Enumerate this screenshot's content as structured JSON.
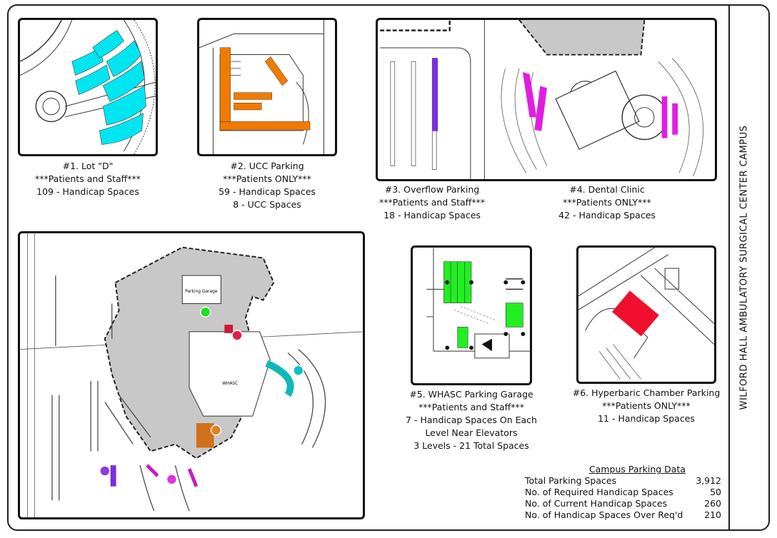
{
  "side_title": "WILFORD HALL AMBULATORY SURGICAL CENTER CAMPUS",
  "lots": [
    {
      "label": "#1.  Lot \"D\"",
      "audience": "***Patients and Staff***",
      "lines": [
        "109 - Handicap Spaces"
      ],
      "color": "#00e5f0"
    },
    {
      "label": "#2.  UCC Parking",
      "audience": "***Patients ONLY***",
      "lines": [
        "59 - Handicap Spaces",
        "8 - UCC Spaces"
      ],
      "color": "#f07b00"
    },
    {
      "label": "#3.  Overflow Parking",
      "audience": "***Patients and Staff***",
      "lines": [
        "18 - Handicap Spaces"
      ],
      "color": "#7a2de0"
    },
    {
      "label": "#4.  Dental Clinic",
      "audience": "***Patients ONLY***",
      "lines": [
        "42 - Handicap Spaces"
      ],
      "color": "#e01ee0"
    },
    {
      "label": "#5.  WHASC Parking Garage",
      "audience": "***Patients and Staff***",
      "lines": [
        "7 - Handicap Spaces On Each",
        "Level Near Elevators",
        "3 Levels - 21 Total Spaces"
      ],
      "color": "#22ee22"
    },
    {
      "label": "#6.  Hyperbaric Chamber Parking",
      "audience": "***Patients ONLY***",
      "lines": [
        "11 - Handicap Spaces"
      ],
      "color": "#f0102e"
    }
  ],
  "campus_stats": {
    "title": "Campus Parking Data",
    "rows": [
      {
        "label": "Total Parking Spaces",
        "value": "3,912"
      },
      {
        "label": "No. of Required Handicap Spaces",
        "value": "50"
      },
      {
        "label": "No. of Current Handicap Spaces",
        "value": "260"
      },
      {
        "label": "No. of Handicap Spaces Over Req'd",
        "value": "210"
      }
    ]
  },
  "map_labels": {
    "garage": "Parking Garage",
    "building": "WHASC"
  },
  "colors": {
    "building_fill": "#c8c8c8",
    "line": "#333333"
  }
}
